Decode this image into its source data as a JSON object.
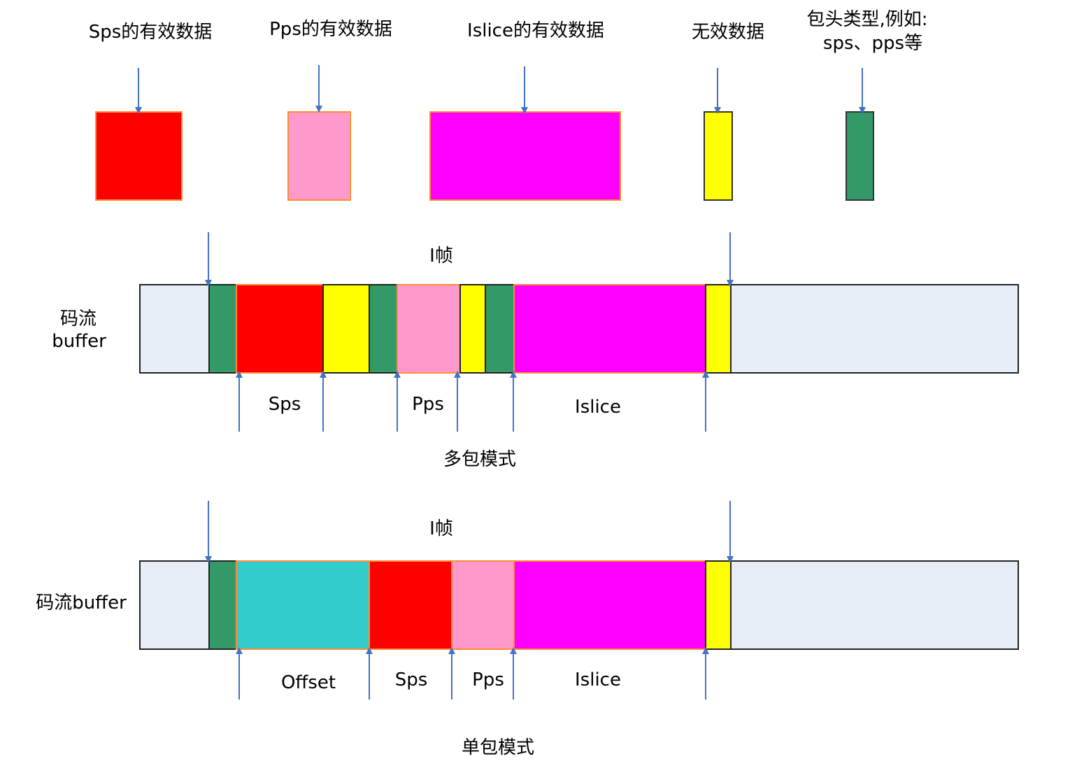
{
  "legend": {
    "sps_label": "Sps的有效数据",
    "pps_label": "Pps的有效数据",
    "islice_label": "Islice的有效数据",
    "invalid_label": "无效数据",
    "header_label_line1": "包头类型,例如:",
    "header_label_line2": "sps、pps等"
  },
  "multi": {
    "frame_label": "I帧",
    "buffer_label_line1": "码流",
    "buffer_label_line2": "buffer",
    "mode_label": "多包模式",
    "segments": {
      "sps": "Sps",
      "pps": "Pps",
      "islice": "Islice"
    }
  },
  "single": {
    "frame_label": "I帧",
    "buffer_label": "码流buffer",
    "mode_label": "单包模式",
    "segments": {
      "offset": "Offset",
      "sps": "Sps",
      "pps": "Pps",
      "islice": "Islice"
    }
  },
  "colors": {
    "sps": "#ff0000",
    "pps": "#ff99cc",
    "islice": "#ff00ff",
    "invalid": "#ffff00",
    "header": "#339966",
    "offset": "#33cccc",
    "buffer_bg": "#e8eef8",
    "arrow": "#4472c4",
    "block_border": "#ff8c33"
  }
}
